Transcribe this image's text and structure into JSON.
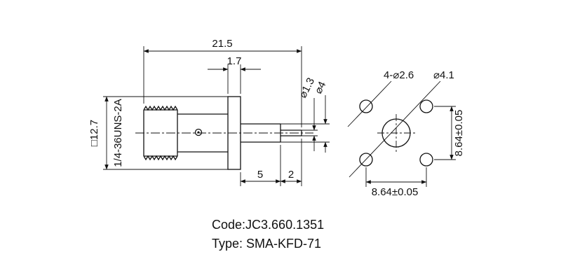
{
  "drawing": {
    "side_view": {
      "overall_length": "21.5",
      "flange_thickness": "1.7",
      "flange_square": "□12.7",
      "thread_spec": "1/4-36UNS-2A",
      "pin_diameter": "⌀1.3",
      "sleeve_diameter": "⌀4",
      "sleeve_length": "5",
      "pin_length": "2"
    },
    "front_view": {
      "mounting_holes": "4-⌀2.6",
      "center_hole": "⌀4.1",
      "hole_spacing_horizontal": "8.64±0.05",
      "hole_spacing_vertical": "8.64±0.05"
    }
  },
  "footer": {
    "code": "Code:JC3.660.1351",
    "type": "Type: SMA-KFD-71"
  },
  "colors": {
    "line": "#111111",
    "background": "#ffffff"
  }
}
